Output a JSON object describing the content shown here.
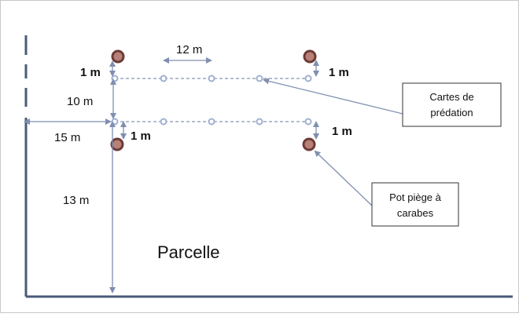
{
  "labels": {
    "spacing_12m": "12 m",
    "gap_1m_top_left": "1 m",
    "gap_1m_top_right": "1 m",
    "gap_10m": "10 m",
    "gap_15m": "15 m",
    "gap_1m_bottom_left": "1 m",
    "gap_1m_bottom_right": "1 m",
    "gap_13m": "13 m",
    "parcelle": "Parcelle"
  },
  "callouts": {
    "cartes_line1": "Cartes de",
    "cartes_line2": "prédation",
    "pot_line1": "Pot piège à",
    "pot_line2": "carabes"
  },
  "colors": {
    "frame": "#4a5a78",
    "dashed_line": "#9aa6bf",
    "card_marker": "#9fb0d3",
    "trap_fill": "#b98078",
    "trap_stroke": "#6b3b35",
    "arrow": "#7f8fb0"
  },
  "icons": {
    "predation_card": "small-circle-marker",
    "pitfall_trap": "filled-circle-marker"
  }
}
